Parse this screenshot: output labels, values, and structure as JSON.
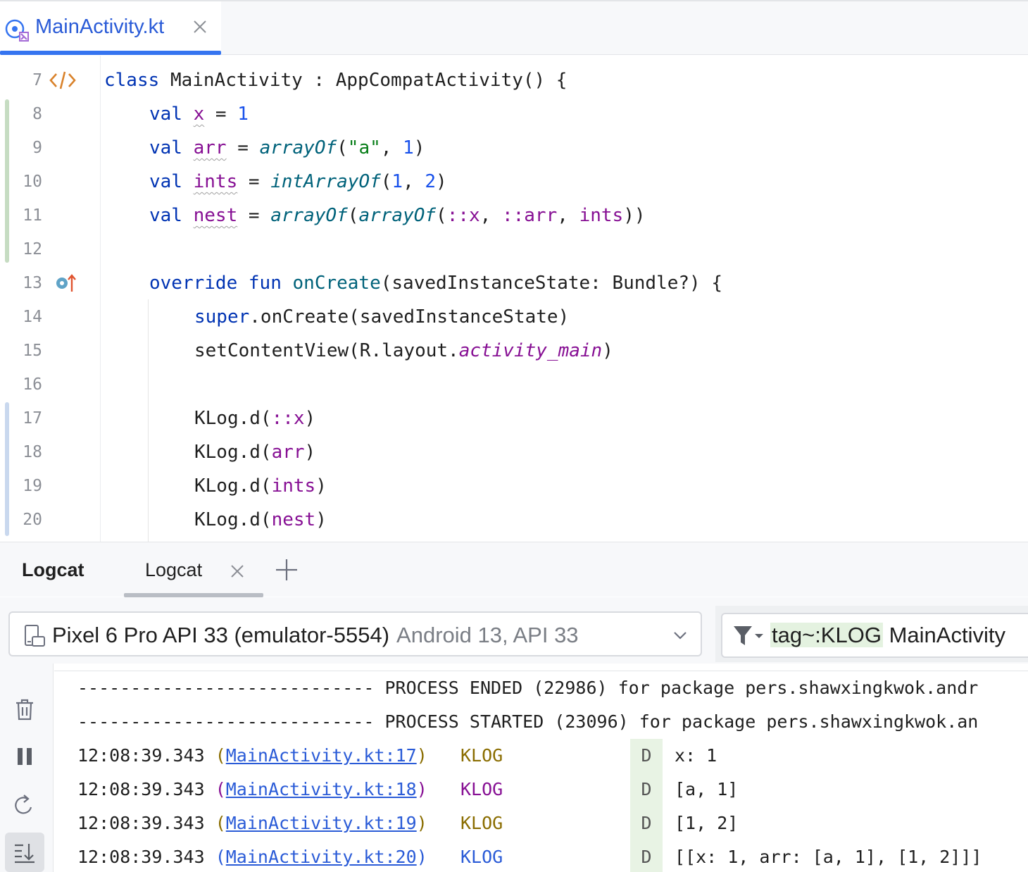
{
  "editor": {
    "file_tab": {
      "name": "MainActivity.kt",
      "icon": "kotlin-class-icon"
    },
    "line_numbers": [
      "7",
      "8",
      "9",
      "10",
      "11",
      "12",
      "13",
      "14",
      "15",
      "16",
      "17",
      "18",
      "19",
      "20"
    ],
    "gutter_icons": {
      "line7": "code-xml-icon",
      "line13": "override-method-icon"
    },
    "lines": {
      "l7": {
        "class_kw": "class",
        "class_name": "MainActivity",
        "rest": " : AppCompatActivity() {"
      },
      "l8": {
        "kw": "val",
        "name": "x",
        "eq": " = ",
        "value": "1"
      },
      "l9": {
        "kw": "val",
        "name": "arr",
        "eq": " = ",
        "fn": "arrayOf",
        "open": "(",
        "str": "\"a\"",
        "sep": ", ",
        "num": "1",
        "close": ")"
      },
      "l10": {
        "kw": "val",
        "name": "ints",
        "eq": " = ",
        "fn": "intArrayOf",
        "open": "(",
        "num1": "1",
        "sep": ", ",
        "num2": "2",
        "close": ")"
      },
      "l11": {
        "kw": "val",
        "name": "nest",
        "eq": " = ",
        "fn1": "arrayOf",
        "open1": "(",
        "fn2": "arrayOf",
        "open2": "(",
        "ref1": "::x",
        "sep1": ", ",
        "ref2": "::arr",
        "sep2": ", ",
        "ref3": "ints",
        "close": "))"
      },
      "l13": {
        "kw1": "override",
        "kw2": "fun",
        "fn": "onCreate",
        "rest": "(savedInstanceState: Bundle?) {"
      },
      "l14": {
        "kw": "super",
        "rest": ".onCreate(savedInstanceState)"
      },
      "l15": {
        "pre": "setContentView(R.layout.",
        "field": "activity_main",
        "post": ")"
      },
      "l17": {
        "pre": "KLog.d(",
        "ref": "::x",
        "post": ")"
      },
      "l18": {
        "pre": "KLog.d(",
        "ref": "arr",
        "post": ")"
      },
      "l19": {
        "pre": "KLog.d(",
        "ref": "ints",
        "post": ")"
      },
      "l20": {
        "pre": "KLog.d(",
        "ref": "nest",
        "post": ")"
      }
    }
  },
  "logcat": {
    "panel_title": "Logcat",
    "tab_label": "Logcat",
    "device": {
      "name": "Pixel 6 Pro API 33 (emulator-5554)",
      "api": "Android 13, API 33"
    },
    "filter": {
      "tag_part": "tag~:KLOG",
      "rest": " MainActivity"
    },
    "side_buttons": [
      "trash-icon",
      "pause-icon",
      "restart-icon",
      "scroll-to-end-icon"
    ],
    "process_lines": [
      "---------------------------- PROCESS ENDED (22986) for package pers.shawxingkwok.andr",
      "---------------------------- PROCESS STARTED (23096) for package pers.shawxingkwok.an"
    ],
    "entries": [
      {
        "time": "12:08:39.343",
        "paren_open": "(",
        "link": "MainActivity.kt:17",
        "paren_close": ")",
        "tag": "KLOG",
        "tag_color": "#8a6d00",
        "paren_color": "#8a6d00",
        "level": "D",
        "message": "x: 1"
      },
      {
        "time": "12:08:39.343",
        "paren_open": "(",
        "link": "MainActivity.kt:18",
        "paren_close": ")",
        "tag": "KLOG",
        "tag_color": "#871094",
        "paren_color": "#871094",
        "level": "D",
        "message": "[a, 1]"
      },
      {
        "time": "12:08:39.343",
        "paren_open": "(",
        "link": "MainActivity.kt:19",
        "paren_close": ")",
        "tag": "KLOG",
        "tag_color": "#8a6d00",
        "paren_color": "#8a6d00",
        "level": "D",
        "message": "[1, 2]"
      },
      {
        "time": "12:08:39.343",
        "paren_open": "(",
        "link": "MainActivity.kt:20",
        "paren_close": ")",
        "tag": "KLOG",
        "tag_color": "#2a5bd7",
        "paren_color": "#2a5bd7",
        "level": "D",
        "message": "[[x: 1, arr: [a, 1], [1, 2]]]"
      }
    ]
  }
}
